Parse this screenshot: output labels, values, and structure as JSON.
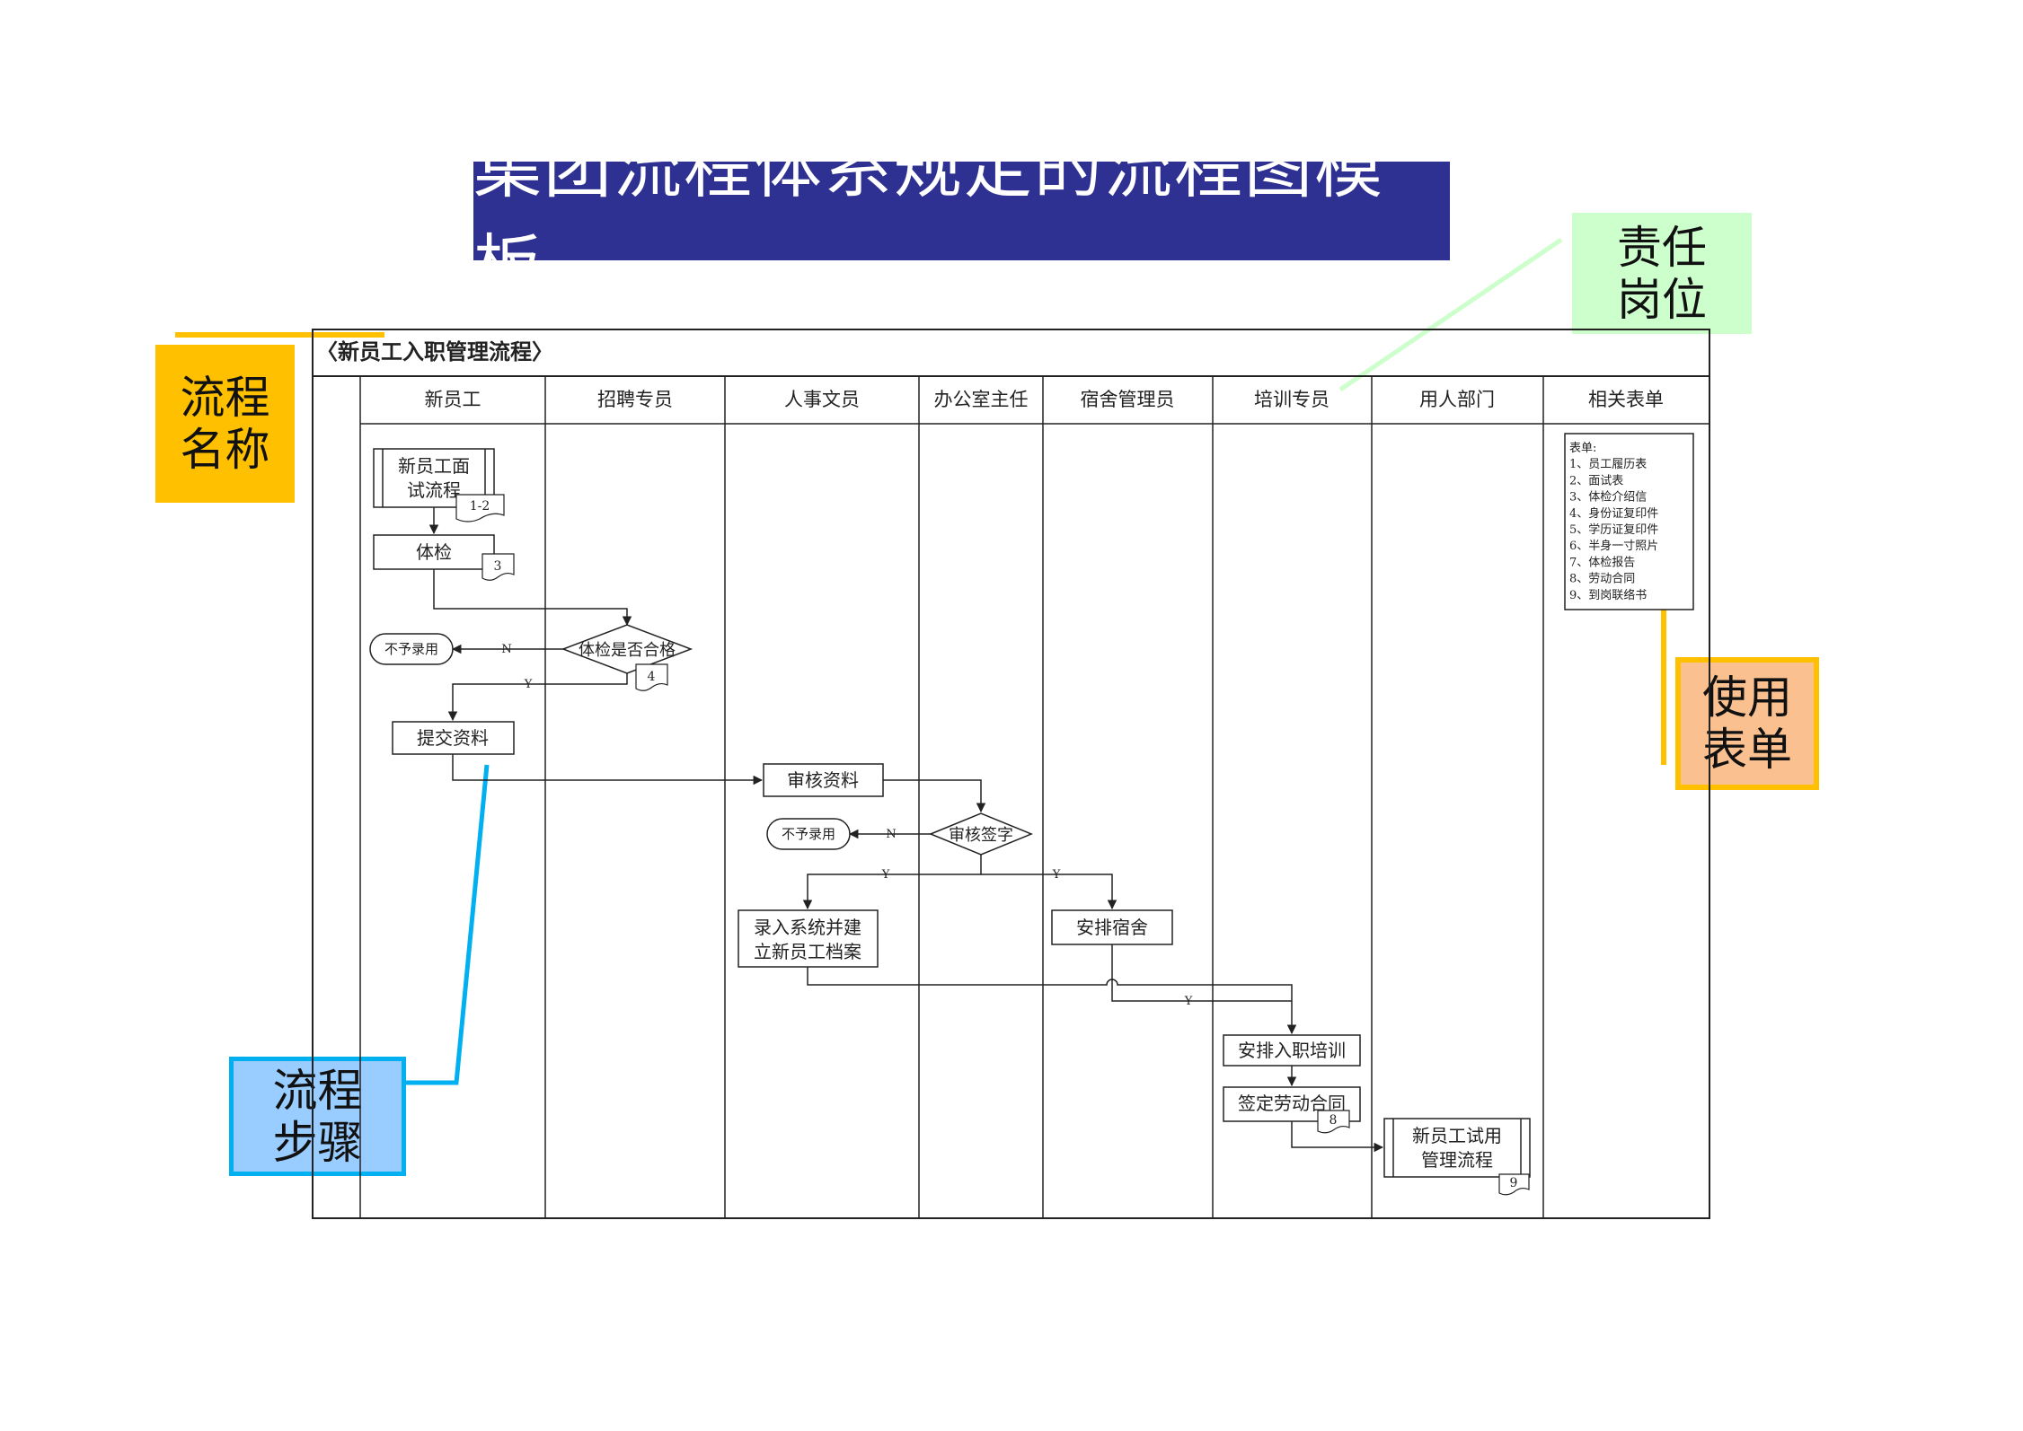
{
  "title": "集团流程体系规定的流程图模板",
  "callouts": {
    "process_name": "流程\n名称",
    "responsible_post": "责任\n岗位",
    "usage_forms": "使用\n表单",
    "process_steps": "流程\n步骤"
  },
  "flowchart": {
    "name": "〈新员工入职管理流程〉",
    "lanes": [
      "新员工",
      "招聘专员",
      "人事文员",
      "办公室主任",
      "宿舍管理员",
      "培训专员",
      "用人部门",
      "相关表单"
    ],
    "steps": {
      "interview": [
        "新员工面",
        "试流程"
      ],
      "interview_ref": "1-2",
      "medical_exam": "体检",
      "medical_exam_ref": "3",
      "exam_ok": "体检是否合格",
      "exam_ok_ref": "4",
      "reject_1": "不予录用",
      "submit_docs": "提交资料",
      "review_docs": "审核资料",
      "review_sign": "审核签字",
      "reject_2": "不予录用",
      "enter_system": [
        "录入系统并建",
        "立新员工档案"
      ],
      "arrange_dorm": "安排宿舍",
      "arrange_training": "安排入职培训",
      "sign_contract": "签定劳动合同",
      "sign_contract_ref": "8",
      "probation": [
        "新员工试用",
        "管理流程"
      ],
      "probation_ref": "9"
    },
    "edge_labels": {
      "yes": "Y",
      "no": "N"
    },
    "forms_box": [
      "表单:",
      "1、员工履历表",
      "2、面试表",
      "3、体检介绍信",
      "4、身份证复印件",
      "5、学历证复印件",
      "6、半身一寸照片",
      "7、体检报告",
      "8、劳动合同",
      "9、到岗联络书"
    ]
  },
  "colors": {
    "title_bg": "#2e3192",
    "process_name_bg": "#ffc000",
    "responsible_post_bg": "#ccffcc",
    "usage_forms_bg": "#fac090",
    "usage_forms_border": "#ffc000",
    "process_steps_bg": "#99ccff",
    "process_steps_border": "#00b0f0"
  }
}
